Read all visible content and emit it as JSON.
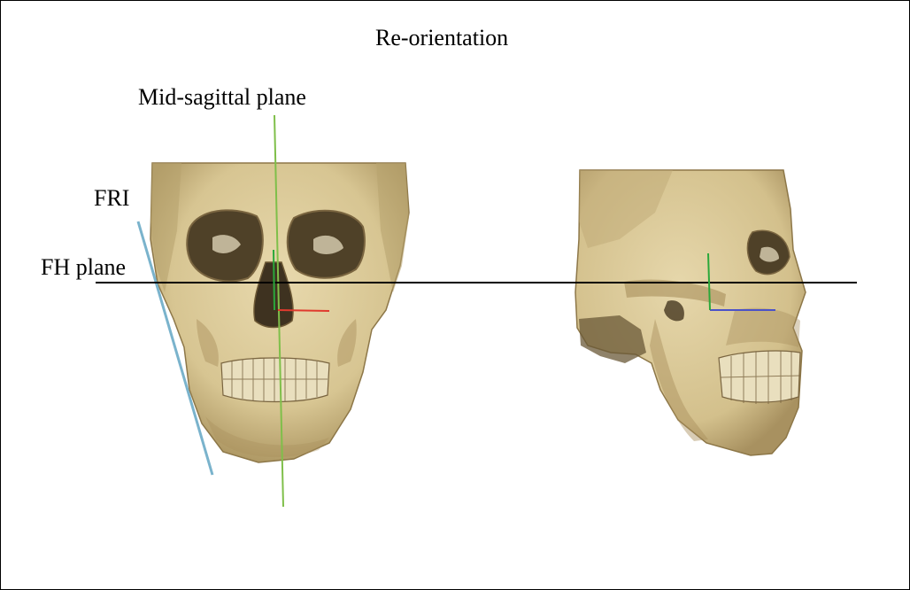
{
  "title": "Re-orientation",
  "labels": {
    "mid_sagittal_plane": "Mid-sagittal plane",
    "fri": "FRI",
    "fh_plane": "FH plane"
  },
  "colors": {
    "bone": "#dccb9a",
    "bone_shadow": "#a8925e",
    "bone_dark": "#5e4f32",
    "mid_sagittal_line": "#7fbf4a",
    "fri_line": "#7ab3cc",
    "fh_line": "#000000",
    "axis_red": "#e03a2e",
    "axis_blue": "#4b52c8",
    "axis_green": "#2aa83a"
  }
}
